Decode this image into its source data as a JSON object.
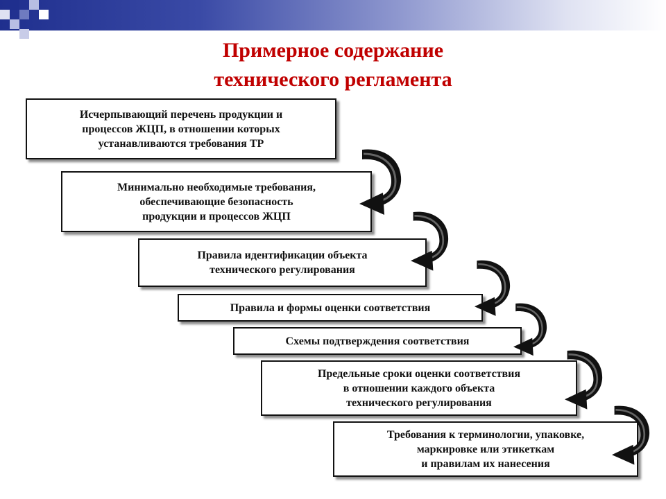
{
  "slide": {
    "title_line1": "Примерное содержание",
    "title_line2": "технического регламента"
  },
  "steps": [
    {
      "text": "Исчерпывающий перечень продукции и\nпроцессов ЖЦП, в отношении которых\nустанавливаются требования ТР"
    },
    {
      "text": "Минимально необходимые требования,\nобеспечивающие безопасность\nпродукции и процессов ЖЦП"
    },
    {
      "text": "Правила идентификации объекта\nтехнического регулирования"
    },
    {
      "text": "Правила и формы оценки соответствия"
    },
    {
      "text": "Схемы подтверждения соответствия"
    },
    {
      "text": "Предельные сроки оценки соответствия\nв отношении каждого объекта\nтехнического регулирования"
    },
    {
      "text": "Требования к терминологии, упаковке,\nмаркировке или этикеткам\nи правилам их нанесения"
    }
  ],
  "colors": {
    "title": "#c00000",
    "band_dark": "#1f2f8e",
    "arrow_fill": "#111111"
  }
}
